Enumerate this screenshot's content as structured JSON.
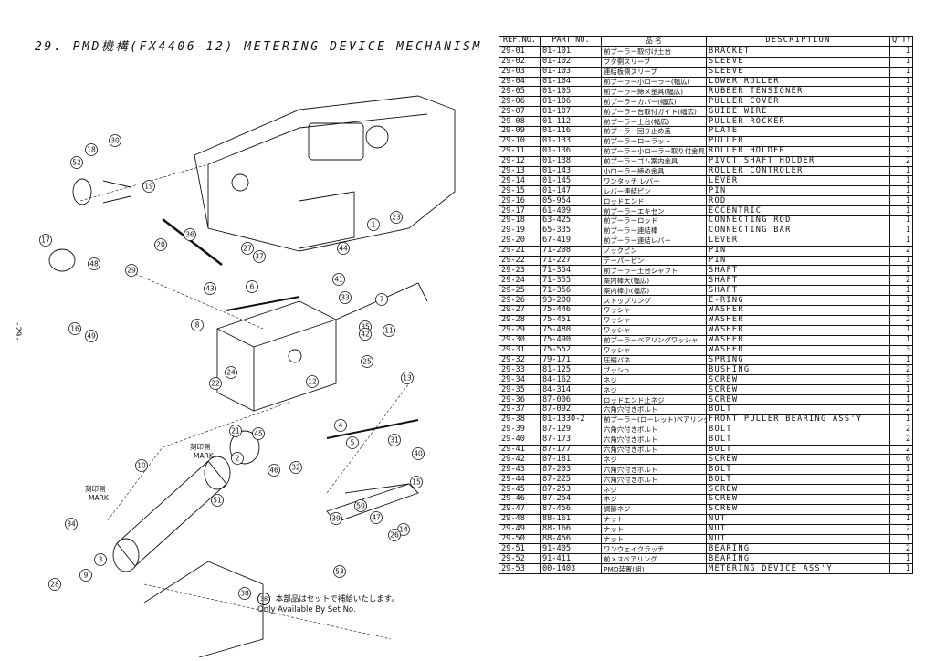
{
  "page": {
    "title": "29. PMD機構(FX4406-12) METERING DEVICE MECHANISM",
    "page_number": "-29-",
    "note_ref": "38",
    "note_jp": "本部品はセットで補給いたします。",
    "note_en": "Only Available By Set No.",
    "mark_label_jp": "刻印側",
    "mark_label_en": "MARK"
  },
  "diagram": {
    "callouts": [
      "1",
      "2",
      "3",
      "4",
      "5",
      "6",
      "7",
      "8",
      "9",
      "10",
      "11",
      "12",
      "13",
      "14",
      "15",
      "16",
      "17",
      "18",
      "19",
      "20",
      "21",
      "22",
      "23",
      "24",
      "25",
      "26",
      "27",
      "28",
      "29",
      "30",
      "31",
      "32",
      "33",
      "34",
      "35",
      "36",
      "37",
      "38",
      "39",
      "40",
      "41",
      "42",
      "43",
      "44",
      "45",
      "46",
      "47",
      "48",
      "49",
      "50",
      "51",
      "52",
      "53"
    ]
  },
  "table": {
    "headers": {
      "ref": "REF.NO.",
      "part": "PART NO.",
      "name": "品 名",
      "desc": "DESCRIPTION",
      "qty": "Q'TY"
    },
    "rows": [
      {
        "ref": "29-01",
        "part": "01-101",
        "name": "前プーラー取付け土台",
        "desc": "BRACKET",
        "qty": "1"
      },
      {
        "ref": "29-02",
        "part": "01-102",
        "name": "フタ側スリーブ",
        "desc": "SLEEVE",
        "qty": "1"
      },
      {
        "ref": "29-03",
        "part": "01-103",
        "name": "連結板側スリーブ",
        "desc": "SLEEVE",
        "qty": "1"
      },
      {
        "ref": "29-04",
        "part": "01-104",
        "name": "前プーラー小ローラー(幅広)",
        "desc": "LOWER ROLLER",
        "qty": "1"
      },
      {
        "ref": "29-05",
        "part": "01-105",
        "name": "前プーラー締メ金具(幅広)",
        "desc": "RUBBER TENSIONER",
        "qty": "1"
      },
      {
        "ref": "29-06",
        "part": "01-106",
        "name": "前プーラーカバー(幅広)",
        "desc": "PULLER COVER",
        "qty": "1"
      },
      {
        "ref": "29-07",
        "part": "01-107",
        "name": "前プーラー台取付ガイド(幅広)",
        "desc": "GUIDE WIRE",
        "qty": "1"
      },
      {
        "ref": "29-08",
        "part": "01-112",
        "name": "前プーラー土台(幅広)",
        "desc": "PULLER ROCKER",
        "qty": "1"
      },
      {
        "ref": "29-09",
        "part": "01-116",
        "name": "前プーラー回り止め盖",
        "desc": "PLATE",
        "qty": "1"
      },
      {
        "ref": "29-10",
        "part": "01-133",
        "name": "前プーラーローラット",
        "desc": "PULLER",
        "qty": "1"
      },
      {
        "ref": "29-11",
        "part": "01-136",
        "name": "前プーラー小ローラー取り付金具",
        "desc": "ROLLER HOLDER",
        "qty": "2"
      },
      {
        "ref": "29-12",
        "part": "01-138",
        "name": "前プーラーゴム案内金具",
        "desc": "PIVOT SHAFT HOLDER",
        "qty": "2"
      },
      {
        "ref": "29-13",
        "part": "01-143",
        "name": "小ローラー締め金具",
        "desc": "ROLLER CONTROLER",
        "qty": "1"
      },
      {
        "ref": "29-14",
        "part": "01-145",
        "name": "ワンタッチ レバー",
        "desc": "LEVER",
        "qty": "1"
      },
      {
        "ref": "29-15",
        "part": "01-147",
        "name": "レバー連結ピン",
        "desc": "PIN",
        "qty": "1"
      },
      {
        "ref": "29-16",
        "part": "05-954",
        "name": "ロッドエンド",
        "desc": "ROD",
        "qty": "1"
      },
      {
        "ref": "29-17",
        "part": "61-409",
        "name": "前プーラーエキセン",
        "desc": "ECCENTRIC",
        "qty": "1"
      },
      {
        "ref": "29-18",
        "part": "63-425",
        "name": "前プーラーロッド",
        "desc": "CONNECTING ROD",
        "qty": "1"
      },
      {
        "ref": "29-19",
        "part": "65-335",
        "name": "前プーラー連結棒",
        "desc": "CONNECTING BAR",
        "qty": "1"
      },
      {
        "ref": "29-20",
        "part": "67-419",
        "name": "前プーラー連結レバー",
        "desc": "LEVER",
        "qty": "1"
      },
      {
        "ref": "29-21",
        "part": "71-208",
        "name": "ノックピン",
        "desc": "PIN",
        "qty": "2"
      },
      {
        "ref": "29-22",
        "part": "71-227",
        "name": "テーパーピン",
        "desc": "PIN",
        "qty": "1"
      },
      {
        "ref": "29-23",
        "part": "71-354",
        "name": "前プーラー土台シャフト",
        "desc": "SHAFT",
        "qty": "1"
      },
      {
        "ref": "29-24",
        "part": "71-355",
        "name": "案内棒大(幅広)",
        "desc": "SHAFT",
        "qty": "2"
      },
      {
        "ref": "29-25",
        "part": "71-356",
        "name": "案内棒小(幅広)",
        "desc": "SHAFT",
        "qty": "1"
      },
      {
        "ref": "29-26",
        "part": "93-200",
        "name": "ストップリング",
        "desc": "E-RING",
        "qty": "1"
      },
      {
        "ref": "29-27",
        "part": "75-446",
        "name": "ワッシャ",
        "desc": "WASHER",
        "qty": "1"
      },
      {
        "ref": "29-28",
        "part": "75-451",
        "name": "ワッシャ",
        "desc": "WASHER",
        "qty": "2"
      },
      {
        "ref": "29-29",
        "part": "75-480",
        "name": "ワッシャ",
        "desc": "WASHER",
        "qty": "1"
      },
      {
        "ref": "29-30",
        "part": "75-490",
        "name": "前プーラーベアリングワッシャ",
        "desc": "WASHER",
        "qty": "1"
      },
      {
        "ref": "29-31",
        "part": "75-552",
        "name": "ワッシャ",
        "desc": "WASHER",
        "qty": "3"
      },
      {
        "ref": "29-32",
        "part": "79-171",
        "name": "圧縮バネ",
        "desc": "SPRING",
        "qty": "1"
      },
      {
        "ref": "29-33",
        "part": "81-125",
        "name": "ブッシュ",
        "desc": "BUSHING",
        "qty": "2"
      },
      {
        "ref": "29-34",
        "part": "84-162",
        "name": "ネジ",
        "desc": "SCREW",
        "qty": "3"
      },
      {
        "ref": "29-35",
        "part": "84-314",
        "name": "ネジ",
        "desc": "SCREW",
        "qty": "1"
      },
      {
        "ref": "29-36",
        "part": "87-006",
        "name": "ロッドエンド止ネジ",
        "desc": "SCREW",
        "qty": "1"
      },
      {
        "ref": "29-37",
        "part": "87-092",
        "name": "六角穴付きボルト",
        "desc": "BOLT",
        "qty": "2"
      },
      {
        "ref": "29-38",
        "part": "01-1330-2",
        "name": "前プーラー(ローレット)ベアリングセット",
        "desc": "FRONT PULLER BEARING ASS'Y",
        "qty": "1"
      },
      {
        "ref": "29-39",
        "part": "87-129",
        "name": "六角穴付きボルト",
        "desc": "BOLT",
        "qty": "2"
      },
      {
        "ref": "29-40",
        "part": "87-173",
        "name": "六角穴付きボルト",
        "desc": "BOLT",
        "qty": "2"
      },
      {
        "ref": "29-41",
        "part": "87-177",
        "name": "六角穴付きボルト",
        "desc": "BOLT",
        "qty": "2"
      },
      {
        "ref": "29-42",
        "part": "87-181",
        "name": "ネジ",
        "desc": "SCREW",
        "qty": "6"
      },
      {
        "ref": "29-43",
        "part": "87-203",
        "name": "六角穴付きボルト",
        "desc": "BOLT",
        "qty": "1"
      },
      {
        "ref": "29-44",
        "part": "87-225",
        "name": "六角穴付きボルト",
        "desc": "BOLT",
        "qty": "2"
      },
      {
        "ref": "29-45",
        "part": "87-253",
        "name": "ネジ",
        "desc": "SCREW",
        "qty": "1"
      },
      {
        "ref": "29-46",
        "part": "87-254",
        "name": "ネジ",
        "desc": "SCREW",
        "qty": "3"
      },
      {
        "ref": "29-47",
        "part": "87-456",
        "name": "調節ネジ",
        "desc": "SCREW",
        "qty": "1"
      },
      {
        "ref": "29-48",
        "part": "88-161",
        "name": "ナット",
        "desc": "NUT",
        "qty": "1"
      },
      {
        "ref": "29-49",
        "part": "88-166",
        "name": "ナット",
        "desc": "NUT",
        "qty": "2"
      },
      {
        "ref": "29-50",
        "part": "88-456",
        "name": "ナット",
        "desc": "NUT",
        "qty": "1"
      },
      {
        "ref": "29-51",
        "part": "91-405",
        "name": "ワンウェイクラッチ",
        "desc": "BEARING",
        "qty": "2"
      },
      {
        "ref": "29-52",
        "part": "91-411",
        "name": "前メスベアリング",
        "desc": "BEARING",
        "qty": "1"
      },
      {
        "ref": "29-53",
        "part": "00-1403",
        "name": "PMD装置(組)",
        "desc": "METERING DEVICE ASS'Y",
        "qty": "1"
      }
    ]
  }
}
